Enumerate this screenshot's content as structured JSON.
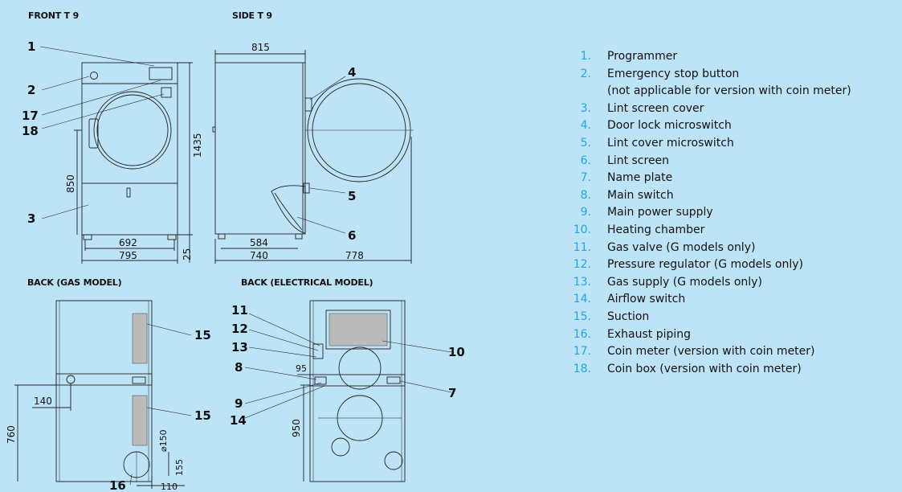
{
  "views": {
    "front": "FRONT T 9",
    "side": "SIDE T 9",
    "back_gas": "BACK (GAS MODEL)",
    "back_electrical": "BACK (ELECTRICAL MODEL)"
  },
  "dimensions": {
    "d815": "815",
    "d1435": "1435",
    "d850": "850",
    "d692": "692",
    "d795": "795",
    "d25": "25",
    "d584": "584",
    "d740": "740",
    "d778": "778",
    "d140": "140",
    "d760": "760",
    "d150": "⌀150",
    "d155": "155",
    "d110": "110",
    "d95": "95",
    "d950": "950"
  },
  "callouts": {
    "c1": "1",
    "c2": "2",
    "c17": "17",
    "c18": "18",
    "c3": "3",
    "c4": "4",
    "c5": "5",
    "c6": "6",
    "c15a": "15",
    "c15b": "15",
    "c16": "16",
    "c11": "11",
    "c12": "12",
    "c13": "13",
    "c8": "8",
    "c9": "9",
    "c14": "14",
    "c10": "10",
    "c7": "7"
  },
  "legend": [
    {
      "num": "1.",
      "text": "Programmer"
    },
    {
      "num": "2.",
      "text": "Emergency stop button",
      "text2": "(not applicable for version with coin meter)"
    },
    {
      "num": "3.",
      "text": "Lint screen cover"
    },
    {
      "num": "4.",
      "text": "Door lock microswitch"
    },
    {
      "num": "5.",
      "text": "Lint cover microswitch"
    },
    {
      "num": "6.",
      "text": "Lint screen"
    },
    {
      "num": "7.",
      "text": "Name plate"
    },
    {
      "num": "8.",
      "text": "Main switch"
    },
    {
      "num": "9.",
      "text": "Main power supply"
    },
    {
      "num": "10.",
      "text": "Heating chamber"
    },
    {
      "num": "11.",
      "text": "Gas valve (G models only)"
    },
    {
      "num": "12.",
      "text": "Pressure regulator (G models only)"
    },
    {
      "num": "13.",
      "text": "Gas supply (G models only)"
    },
    {
      "num": "14.",
      "text": "Airflow switch"
    },
    {
      "num": "15.",
      "text": "Suction"
    },
    {
      "num": "16.",
      "text": "Exhaust piping"
    },
    {
      "num": "17.",
      "text": "Coin meter (version with coin meter)"
    },
    {
      "num": "18.",
      "text": "Coin box (version with coin meter)"
    }
  ],
  "colors": {
    "background": "#bde3f7",
    "legend_number": "#1fa9e1",
    "line": "#222222"
  }
}
